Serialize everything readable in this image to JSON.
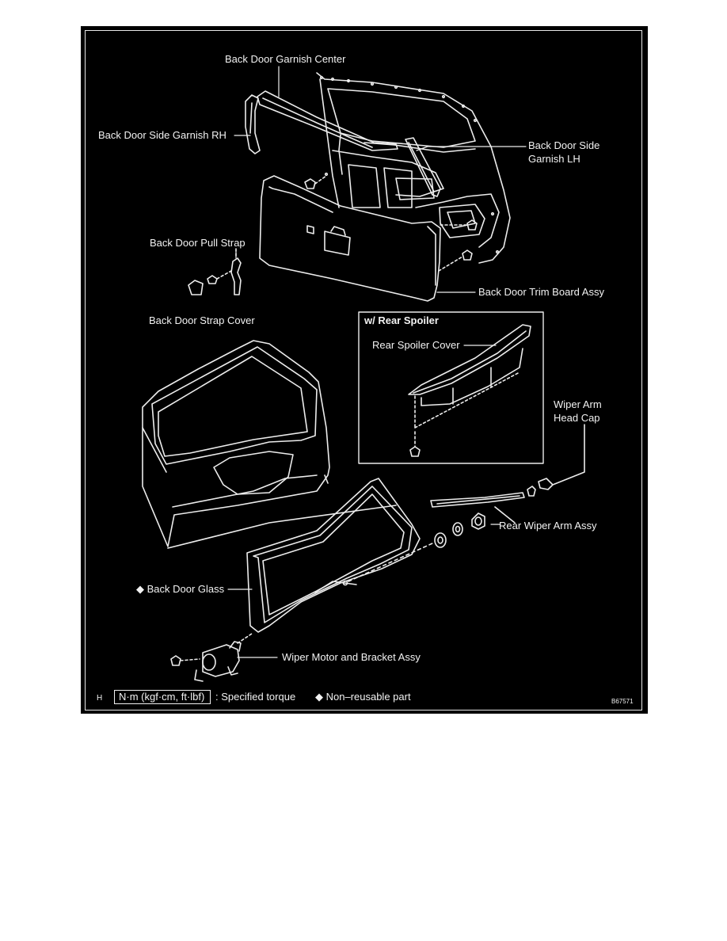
{
  "labels": {
    "garnish_center": "Back Door Garnish Center",
    "side_garnish_rh": "Back Door Side Garnish RH",
    "side_garnish_lh_1": "Back Door Side",
    "side_garnish_lh_2": "Garnish LH",
    "pull_strap": "Back Door Pull Strap",
    "strap_cover": "Back Door Strap Cover",
    "trim_board": "Back Door Trim Board Assy",
    "rear_spoiler_title": "w/ Rear Spoiler",
    "rear_spoiler_cover": "Rear Spoiler Cover",
    "wiper_cap_1": "Wiper Arm",
    "wiper_cap_2": "Head Cap",
    "rear_wiper_arm": "Rear Wiper Arm Assy",
    "door_glass": "◆ Back Door Glass",
    "wiper_motor": "Wiper Motor and Bracket Assy"
  },
  "legend": {
    "corner_code": "H",
    "torque_unit": "N·m (kgf·cm, ft·lbf)",
    "torque_text": ": Specified torque",
    "nonreusable": "◆ Non–reusable part",
    "figure_id": "B67571"
  }
}
